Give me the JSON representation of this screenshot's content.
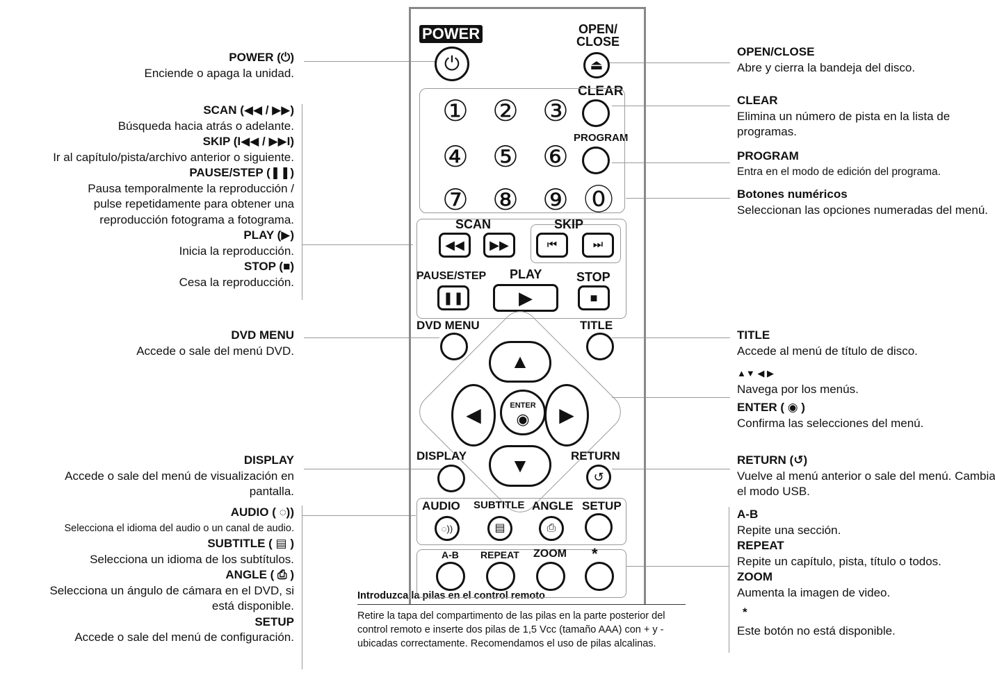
{
  "left_callouts": [
    {
      "title": "POWER (⏻)",
      "text": "Enciende o apaga la unidad."
    },
    {
      "title": "SCAN (◀◀ / ▶▶)",
      "text": "Búsqueda hacia atrás o adelante."
    },
    {
      "title": "SKIP (I◀◀ / ▶▶I)",
      "text": "Ir al capítulo/pista/archivo anterior o siguiente."
    },
    {
      "title": "PAUSE/STEP (❚❚)",
      "text": "Pausa temporalmente la reproducción / pulse repetidamente para obtener una reproducción fotograma a fotograma."
    },
    {
      "title": "PLAY (▶)",
      "text": "Inicia la reproducción."
    },
    {
      "title": "STOP (■)",
      "text": "Cesa la reproducción."
    },
    {
      "title": "DVD MENU",
      "text": "Accede o sale del menú DVD."
    },
    {
      "title": "DISPLAY",
      "text": "Accede o sale del menú de visualización en pantalla."
    },
    {
      "title": "AUDIO ( ◌))",
      "text": "Selecciona el idioma del audio o un canal de audio."
    },
    {
      "title": "SUBTITLE ( ▤ )",
      "text": "Selecciona un idioma de los subtítulos."
    },
    {
      "title": "ANGLE ( ⎙ )",
      "text": "Selecciona un ángulo de cámara en el DVD, si está disponible."
    },
    {
      "title": "SETUP",
      "text": "Accede o sale del menú de configuración."
    }
  ],
  "right_callouts": [
    {
      "title": "OPEN/CLOSE",
      "text": "Abre y cierra la bandeja del disco."
    },
    {
      "title": "CLEAR",
      "text": "Elimina un número de pista en la lista de programas."
    },
    {
      "title": "PROGRAM",
      "text": "Entra en el modo de edición del programa."
    },
    {
      "title": "Botones numéricos",
      "text": "Seleccionan las opciones numeradas del menú."
    },
    {
      "title": "TITLE",
      "text": "Accede al menú de título de disco."
    },
    {
      "title": "▲▼ ◀ ▶",
      "text": "Navega por los menús."
    },
    {
      "title": "ENTER ( ◉ )",
      "text": "Confirma las selecciones del menú."
    },
    {
      "title": "RETURN (↺)",
      "text": "Vuelve al menú anterior o sale del menú. Cambia el modo USB."
    },
    {
      "title": "A-B",
      "text": "Repite una sección."
    },
    {
      "title": "REPEAT",
      "text": "Repite un capítulo, pista, título o todos."
    },
    {
      "title": "ZOOM",
      "text": "Aumenta la imagen de video."
    },
    {
      "title": "*",
      "text": "Este botón no está disponible."
    }
  ],
  "battery_note": {
    "title": "Introduzca la pilas en el control remoto",
    "text": "Retire la tapa del compartimento de las pilas en la parte posterior del control remoto e inserte dos pilas de 1,5 Vcc (tamaño AAA) con + y - ubicadas correctamente. Recomendamos el uso de pilas alcalinas."
  },
  "remote": {
    "power": "POWER",
    "open_close": "OPEN/\nCLOSE",
    "clear": "CLEAR",
    "program": "PROGRAM",
    "digits": [
      "①",
      "②",
      "③",
      "④",
      "⑤",
      "⑥",
      "⑦",
      "⑧",
      "⑨",
      "⓪"
    ],
    "scan": "SCAN",
    "skip": "SKIP",
    "pause_step": "PAUSE/STEP",
    "play": "PLAY",
    "stop": "STOP",
    "dvd_menu": "DVD MENU",
    "title": "TITLE",
    "enter": "ENTER",
    "display": "DISPLAY",
    "return": "RETURN",
    "audio": "AUDIO",
    "subtitle": "SUBTITLE",
    "angle": "ANGLE",
    "setup": "SETUP",
    "ab": "A-B",
    "repeat": "REPEAT",
    "zoom": "ZOOM",
    "star": "*"
  }
}
